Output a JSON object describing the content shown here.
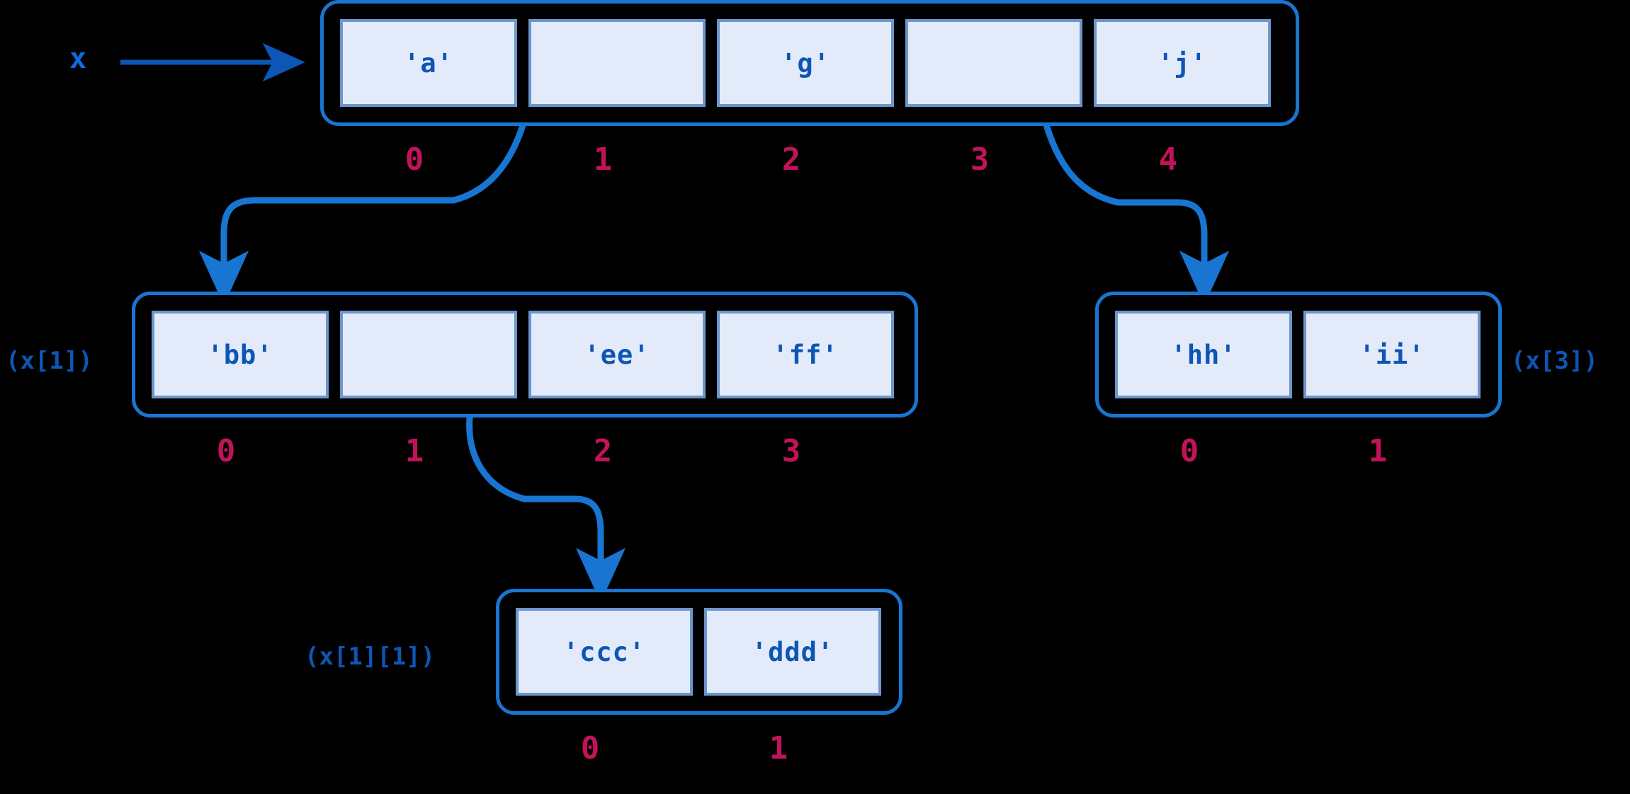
{
  "diagram": {
    "title": "Nested Python list reference diagram",
    "background_color": "#000000",
    "accent_blue": "#1876d2",
    "text_blue": "#0d56b5",
    "index_color": "#c2125a",
    "cell_fill": "#e3eafa",
    "cell_border": "#6b96cb"
  },
  "root_variable": {
    "name": "x",
    "arrow_label": "points-to-arrow"
  },
  "lists": [
    {
      "id": "x",
      "label": "",
      "label_side": "none",
      "cells": [
        {
          "value": "'a'",
          "index": "0",
          "is_reference": false
        },
        {
          "value": "",
          "index": "1",
          "is_reference": true
        },
        {
          "value": "'g'",
          "index": "2",
          "is_reference": false
        },
        {
          "value": "",
          "index": "3",
          "is_reference": true
        },
        {
          "value": "'j'",
          "index": "4",
          "is_reference": false
        }
      ]
    },
    {
      "id": "x1",
      "label": "(x[1])",
      "label_side": "left",
      "cells": [
        {
          "value": "'bb'",
          "index": "0",
          "is_reference": false
        },
        {
          "value": "",
          "index": "1",
          "is_reference": true
        },
        {
          "value": "'ee'",
          "index": "2",
          "is_reference": false
        },
        {
          "value": "'ff'",
          "index": "3",
          "is_reference": false
        }
      ]
    },
    {
      "id": "x3",
      "label": "(x[3])",
      "label_side": "right",
      "cells": [
        {
          "value": "'hh'",
          "index": "0",
          "is_reference": false
        },
        {
          "value": "'ii'",
          "index": "1",
          "is_reference": false
        }
      ]
    },
    {
      "id": "x11",
      "label": "(x[1][1])",
      "label_side": "left",
      "cells": [
        {
          "value": "'ccc'",
          "index": "0",
          "is_reference": false
        },
        {
          "value": "'ddd'",
          "index": "1",
          "is_reference": false
        }
      ]
    }
  ],
  "arrows": [
    {
      "from": "x-variable",
      "to": "list-x",
      "name": "x-to-root-list"
    },
    {
      "from": "x-cell-1",
      "to": "list-x1",
      "name": "x1-reference-arrow"
    },
    {
      "from": "x-cell-3",
      "to": "list-x3",
      "name": "x3-reference-arrow"
    },
    {
      "from": "x1-cell-1",
      "to": "list-x11",
      "name": "x11-reference-arrow"
    }
  ]
}
